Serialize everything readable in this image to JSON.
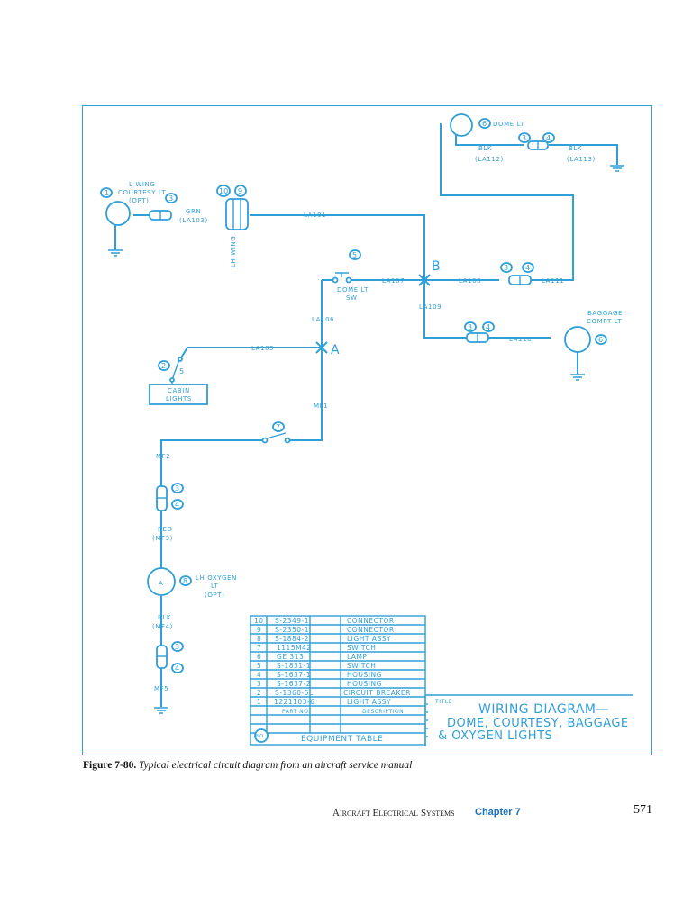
{
  "components": {
    "dome_lt": {
      "number": "6",
      "label": "DOME LT"
    },
    "l_wing_lt": {
      "number": "1",
      "label_line1": "L WING",
      "label_line2": "COURTESY LT",
      "label_line3": "(OPT)"
    },
    "baggage_lt": {
      "number": "6",
      "label_line1": "BAGGAGE",
      "label_line2": "COMPT LT"
    },
    "dome_lt_sw": {
      "number": "5",
      "label_line1": "DOME LT",
      "label_line2": "SW"
    },
    "cabin_lights": {
      "number": "2",
      "terminal": "5",
      "label_line1": "CABIN",
      "label_line2": "LIGHTS"
    },
    "lh_oxygen_lt": {
      "number": "8",
      "symbol": "A",
      "label_line1": "LH OXYGEN",
      "label_line2": "LT",
      "label_line3": "(OPT)"
    },
    "breaker": {
      "number": "7"
    },
    "lh_wing_connector": {
      "number_a": "10",
      "number_b": "9",
      "label": "LH WING"
    }
  },
  "connector_numbers": {
    "housing": "3",
    "housing_b": "4"
  },
  "splices": {
    "a": "A",
    "b": "B"
  },
  "wires": {
    "la101": "LA101",
    "la103": "(LA103)",
    "grn": "GRN",
    "la105": "LA105",
    "la106": "LA106",
    "la107": "LA107",
    "la108": "LA108",
    "la109": "LA109",
    "la110": "LA110",
    "la111": "LA111",
    "la112": "(LA112)",
    "la113": "(LA113)",
    "blk": "BLK",
    "mf1": "MF1",
    "mf2": "MF2",
    "red": "RED",
    "mf3": "(MF3)",
    "blk_mf": "BLK",
    "mf4": "(MF4)",
    "mf5": "MF5"
  },
  "equipment_table": {
    "rows": [
      {
        "item": "10",
        "part": "S-2349-1",
        "desc": "CONNECTOR"
      },
      {
        "item": "9",
        "part": "S-2350-1",
        "desc": "CONNECTOR"
      },
      {
        "item": "8",
        "part": "S-1884-2",
        "desc": "LIGHT ASSY"
      },
      {
        "item": "7",
        "part": "1115M42",
        "desc": "SWITCH"
      },
      {
        "item": "6",
        "part": "GE 313",
        "desc": "LAMP"
      },
      {
        "item": "5",
        "part": "S-1831-1",
        "desc": "SWITCH"
      },
      {
        "item": "4",
        "part": "S-1637-1",
        "desc": "HOUSING"
      },
      {
        "item": "3",
        "part": "S-1637-2",
        "desc": "HOUSING"
      },
      {
        "item": "2",
        "part": "S-1360-5L",
        "desc": "CIRCUIT BREAKER"
      },
      {
        "item": "1",
        "part": "1221103-6",
        "desc": "LIGHT ASSY"
      }
    ],
    "header_part": "PART NO.",
    "header_desc": "DESCRIPTION",
    "footer": "EQUIPMENT TABLE",
    "stamp": "NO."
  },
  "title_block": {
    "title_label": "TITLE",
    "line1": "WIRING DIAGRAM—",
    "line2": "DOME, COURTESY, BAGGAGE",
    "line3": "& OXYGEN LIGHTS"
  },
  "caption": {
    "figure": "Figure 7-80.",
    "text": "Typical electrical circuit diagram from an aircraft service manual"
  },
  "footer": {
    "section": "Aircraft Electrical Systems",
    "chapter": "Chapter 7",
    "page": "571"
  },
  "colors": {
    "ink": "#2f9fd8",
    "chapter": "#1c6fb8"
  }
}
